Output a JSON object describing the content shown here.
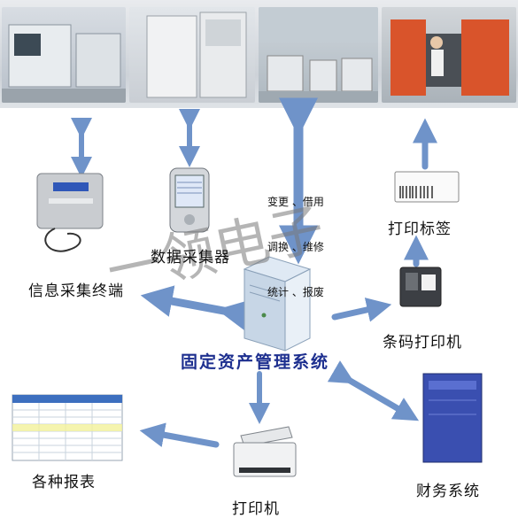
{
  "nodes": {
    "info_terminal": "信息采集终端",
    "data_collector": "数据采集器",
    "print_label": "打印标签",
    "barcode_printer": "条码打印机",
    "asset_system": "固定资产管理系统",
    "reports": "各种报表",
    "printer": "打印机",
    "finance": "财务系统"
  },
  "operations": [
    "变更 、借用",
    "调换 、维修",
    "统计 、报废"
  ],
  "watermark": "一领电子",
  "colors": {
    "arrow": "#6f93c9",
    "center_text": "#1d2f8f",
    "finance_box": "#3a4fb0"
  }
}
